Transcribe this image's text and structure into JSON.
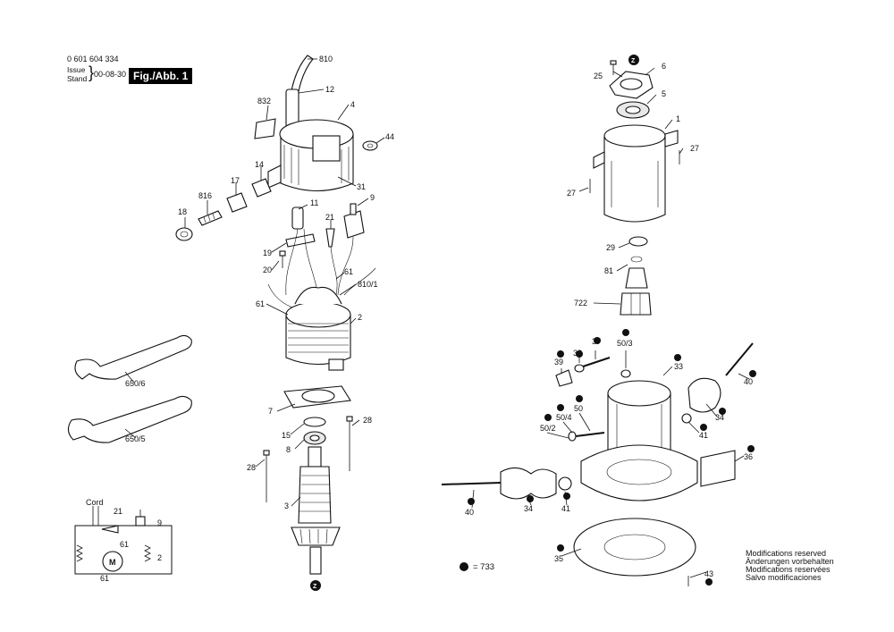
{
  "header": {
    "part_number": "0 601 604 334",
    "issue_label": "Issue",
    "stand_label": "Stand",
    "issue_date": "00-08-30",
    "figure_label": "Fig./Abb. 1"
  },
  "schematic": {
    "cord_label": "Cord",
    "motor_label": "M",
    "labels": [
      "21",
      "9",
      "61",
      "2",
      "61"
    ]
  },
  "legend": {
    "marker_text": "= 733"
  },
  "notice": {
    "lines": [
      "Modifications reserved",
      "Änderungen vorbehalten",
      "Modifications reservées",
      "Salvo modificaciones"
    ]
  },
  "callouts": [
    "810",
    "12",
    "832",
    "4",
    "44",
    "14",
    "17",
    "816",
    "18",
    "31",
    "9",
    "11",
    "21",
    "19",
    "20",
    "61",
    "810/1",
    "61",
    "2",
    "7",
    "15",
    "28",
    "8",
    "28",
    "3",
    "650/6",
    "650/5",
    "25",
    "6",
    "5",
    "1",
    "27",
    "27",
    "29",
    "81",
    "722",
    "37",
    "38",
    "50/3",
    "39",
    "33",
    "40",
    "34",
    "41",
    "50",
    "50/4",
    "50/2",
    "36",
    "40",
    "34",
    "41",
    "35",
    "43"
  ]
}
